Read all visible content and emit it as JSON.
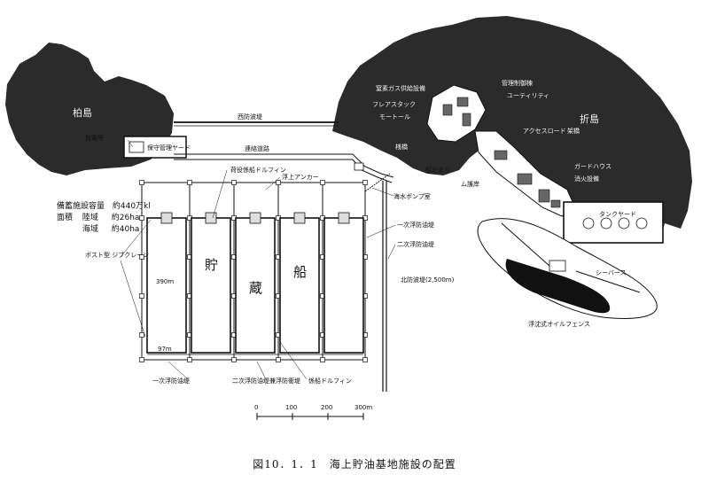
{
  "islands": {
    "left": "柏島",
    "right": "折島"
  },
  "breakwaters": {
    "west": "西防波堤",
    "north": "北防波堤(2,500m)",
    "primary_north": "一次浮防油堤",
    "secondary_north": "二次浮防油堤",
    "primary_south": "一次浮防油堤",
    "secondary_south": "二次浮防油堤兼浮防衝堤"
  },
  "road": "連絡道路",
  "facilities": {
    "gen": "発電所",
    "yard_left": "保守管理ヤード",
    "dolphin_top": "荷役係船ドルフィン",
    "anchor": "浮上アンカー",
    "pump": "海水ポンプ室",
    "crane": "ポスト型 ジブクレーン",
    "ship_dolphin": "係船ドルフィン",
    "tank_yard": "タンクヤード",
    "berth": "シーバース",
    "oil_fence": "浮沈式オイルフェンス",
    "boat": "船だまり",
    "mooring": "ム護岸",
    "gas": "窒素ガス供給設備",
    "control": "管理制御棟",
    "flare": "フレアスタック",
    "mt": "モートール",
    "dock": "桟橋",
    "access": "アクセスロード",
    "road2": "架橋",
    "guard": "ガードハウス",
    "fire": "消火設備",
    "plant": "ユーティリティ"
  },
  "storage_chars": [
    "貯",
    "蔵",
    "船"
  ],
  "dims": {
    "length": "390m",
    "width": "97m"
  },
  "info": {
    "cap_label": "備蓄施設容量",
    "cap_value": "約440万kl",
    "area_label": "面積",
    "land_label": "陸域",
    "land_value": "約26ha",
    "sea_label": "海域",
    "sea_value": "約40ha"
  },
  "scale": {
    "ticks": [
      "0",
      "100",
      "200",
      "300m"
    ]
  },
  "caption": "図10．1．1　海上貯油基地施設の配置"
}
